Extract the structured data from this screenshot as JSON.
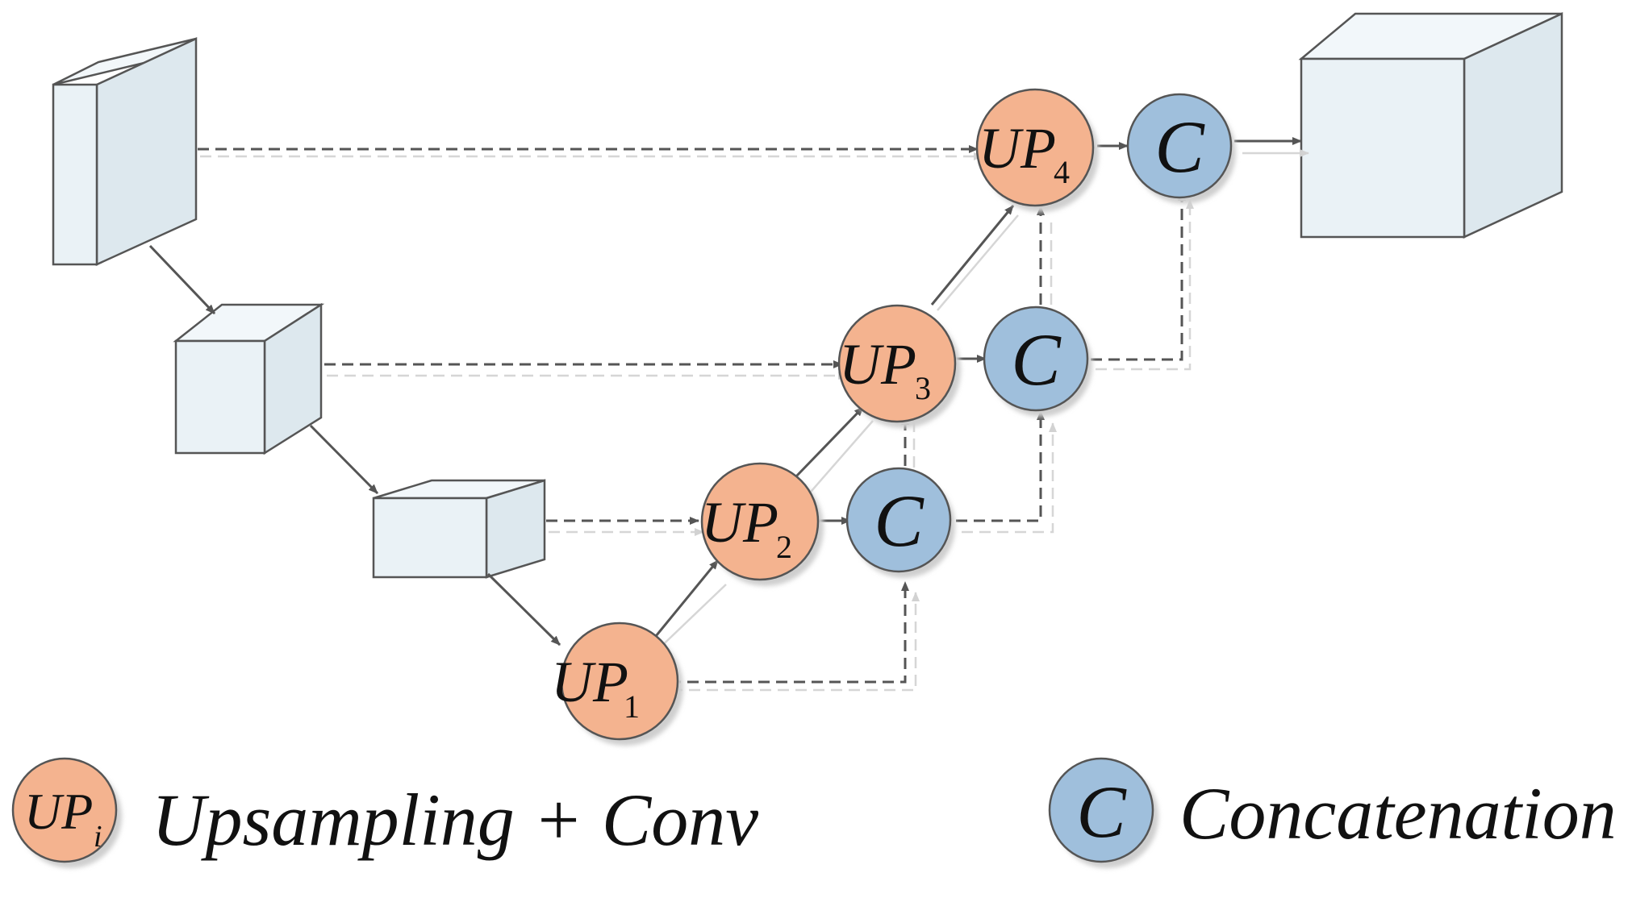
{
  "colors": {
    "box_fill": "#eaf2f6",
    "box_side": "#dde8ee",
    "box_top": "#f2f7fa",
    "box_stroke": "#555555",
    "up_fill": "#f4b38f",
    "up_stroke": "#555555",
    "c_fill": "#9fbfdc",
    "c_stroke": "#555555",
    "arrow": "#555555",
    "shadow": "#cfcfcf"
  },
  "nodes": {
    "up1": {
      "label": "UP",
      "sub": "1"
    },
    "up2": {
      "label": "UP",
      "sub": "2"
    },
    "up3": {
      "label": "UP",
      "sub": "3"
    },
    "up4": {
      "label": "UP",
      "sub": "4"
    },
    "c2": {
      "label": "C"
    },
    "c3": {
      "label": "C"
    },
    "c4": {
      "label": "C"
    }
  },
  "legend": {
    "up_symbol": "UP",
    "up_sub": "i",
    "up_text": "Upsampling + Conv",
    "c_symbol": "C",
    "c_text": "Concatenation"
  }
}
